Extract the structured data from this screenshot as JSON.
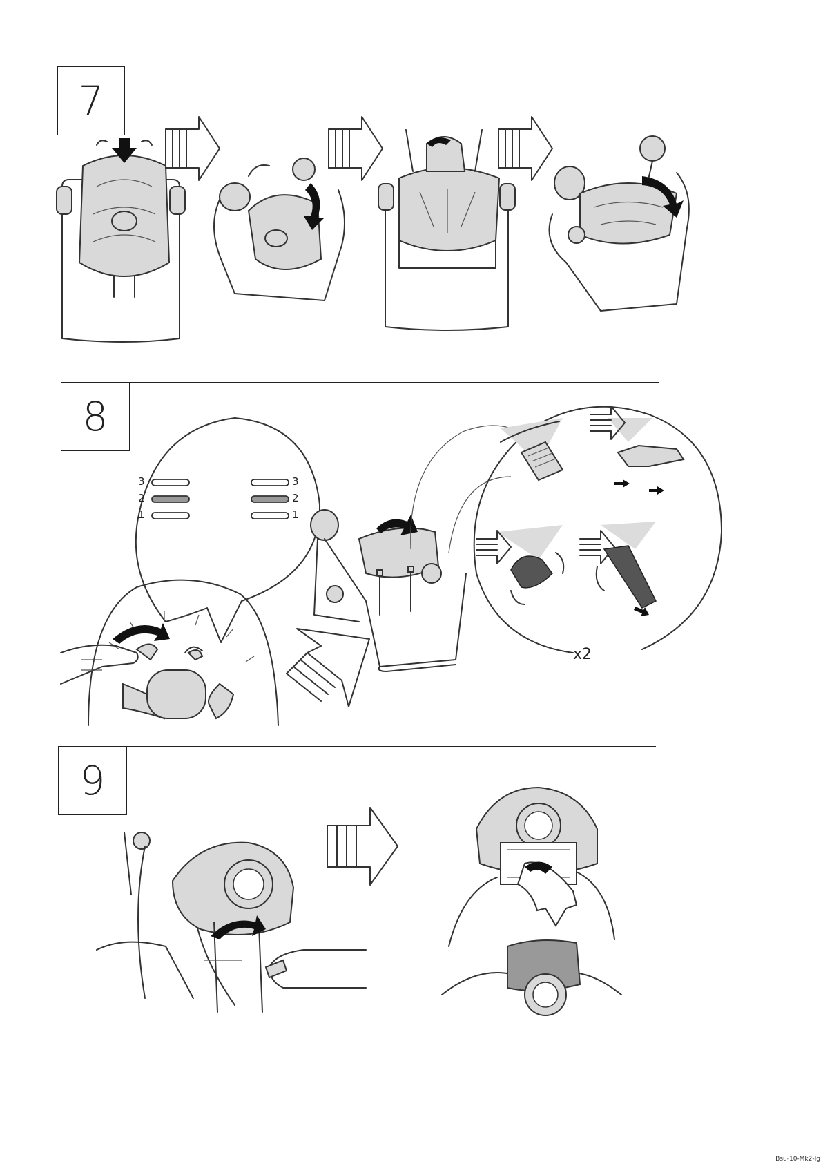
{
  "steps": [
    {
      "number": "7"
    },
    {
      "number": "8"
    },
    {
      "number": "9"
    }
  ],
  "step8": {
    "slot_labels_left": [
      "3",
      "2",
      "1"
    ],
    "slot_labels_right": [
      "3",
      "2",
      "1"
    ],
    "repeat_label": "x2"
  },
  "footer": {
    "text": "Bsu-10-Mk2-Ig"
  }
}
